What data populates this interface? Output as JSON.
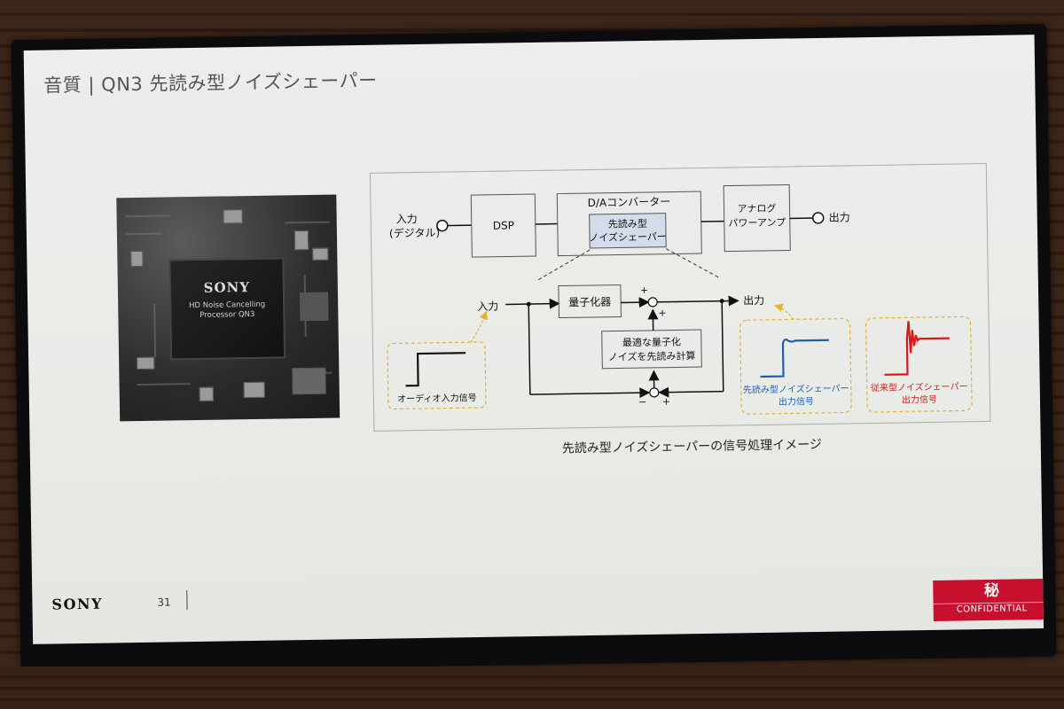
{
  "slide": {
    "title": "音質 | QN3 先読み型ノイズシェーパー",
    "caption": "先読み型ノイズシェーパーの信号処理イメージ",
    "page_number": "31",
    "footer_brand": "SONY",
    "confidential_kanji": "秘",
    "confidential_label": "CONFIDENTIAL",
    "confidential_color": "#c8102e"
  },
  "chip": {
    "brand": "SONY",
    "line1": "HD Noise Cancelling",
    "line2": "Processor QN3"
  },
  "diagram": {
    "input_label_1": "入力",
    "input_label_2": "(デジタル)",
    "dsp_label": "DSP",
    "dac_label": "D/Aコンバーター",
    "shaper_label_1": "先読み型",
    "shaper_label_2": "ノイズシェーパー",
    "amp_label_1": "アナログ",
    "amp_label_2": "パワーアンプ",
    "output_label": "出力",
    "inner_input_label": "入力",
    "inner_output_label": "出力",
    "quantizer_label": "量子化器",
    "optimal_label_1": "最適な量子化",
    "optimal_label_2": "ノイズを先読み計算",
    "plus_top": "+",
    "plus_right": "+",
    "minus_bottom": "−",
    "plus_bottom": "+",
    "audio_input_label": "オーディオ入力信号",
    "lookahead_output_label_1": "先読み型ノイズシェーパー",
    "lookahead_output_label_2": "出力信号",
    "conventional_output_label_1": "従来型ノイズシェーパー",
    "conventional_output_label_2": "出力信号",
    "colors": {
      "lookahead": "#1f5fb0",
      "conventional": "#d61a1a",
      "dashed_box": "#e8b030",
      "shaper_fill": "#d3dcea"
    }
  }
}
